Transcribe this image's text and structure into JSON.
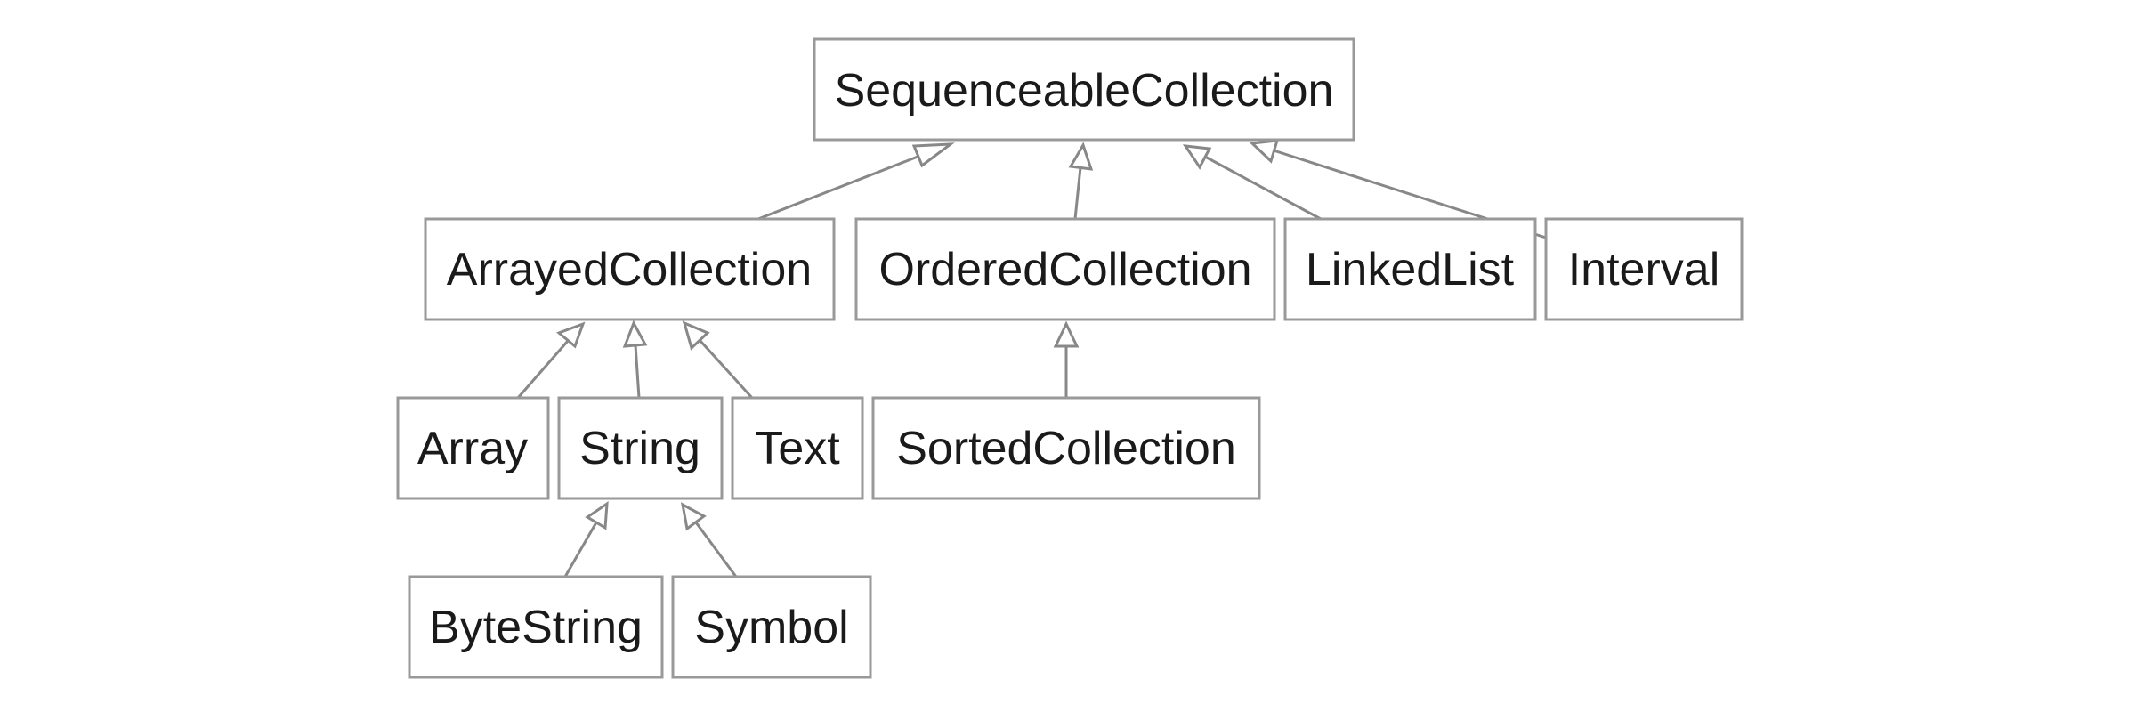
{
  "diagram": {
    "nodes": {
      "sequenceable_collection": "SequenceableCollection",
      "arrayed_collection": "ArrayedCollection",
      "ordered_collection": "OrderedCollection",
      "linked_list": "LinkedList",
      "interval": "Interval",
      "array": "Array",
      "string": "String",
      "text": "Text",
      "sorted_collection": "SortedCollection",
      "byte_string": "ByteString",
      "symbol": "Symbol"
    },
    "edges": [
      {
        "from": "arrayed_collection",
        "to": "sequenceable_collection",
        "kind": "inheritance"
      },
      {
        "from": "ordered_collection",
        "to": "sequenceable_collection",
        "kind": "inheritance"
      },
      {
        "from": "linked_list",
        "to": "sequenceable_collection",
        "kind": "inheritance"
      },
      {
        "from": "interval",
        "to": "sequenceable_collection",
        "kind": "inheritance"
      },
      {
        "from": "array",
        "to": "arrayed_collection",
        "kind": "inheritance"
      },
      {
        "from": "string",
        "to": "arrayed_collection",
        "kind": "inheritance"
      },
      {
        "from": "text",
        "to": "arrayed_collection",
        "kind": "inheritance"
      },
      {
        "from": "sorted_collection",
        "to": "ordered_collection",
        "kind": "inheritance"
      },
      {
        "from": "byte_string",
        "to": "string",
        "kind": "inheritance"
      },
      {
        "from": "symbol",
        "to": "string",
        "kind": "inheritance"
      }
    ]
  }
}
